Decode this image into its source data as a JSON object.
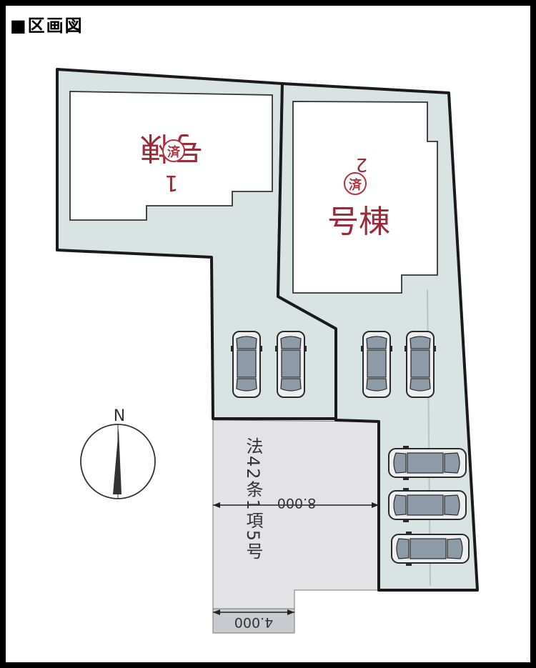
{
  "header": {
    "title": "■区画図"
  },
  "buildings": [
    {
      "number": "1",
      "label": "号棟",
      "stamp": "済"
    },
    {
      "number": "2",
      "label": "号棟",
      "stamp": "済"
    }
  ],
  "compass": {
    "north_label": "N"
  },
  "road": {
    "name": "法42条1項5号",
    "width_main": "8.000",
    "width_narrow": "4.000"
  },
  "colors": {
    "lot_fill": "#d8e3e2",
    "road_fill": "#e3e3e6",
    "building_fill": "#ffffff",
    "boundary": "#1a1a1a",
    "stamp": "#b8323c",
    "car_body": "#eceeef",
    "car_glass": "#8d9aa8"
  },
  "icons": [
    "car-icon",
    "compass-icon",
    "stamp-icon"
  ]
}
